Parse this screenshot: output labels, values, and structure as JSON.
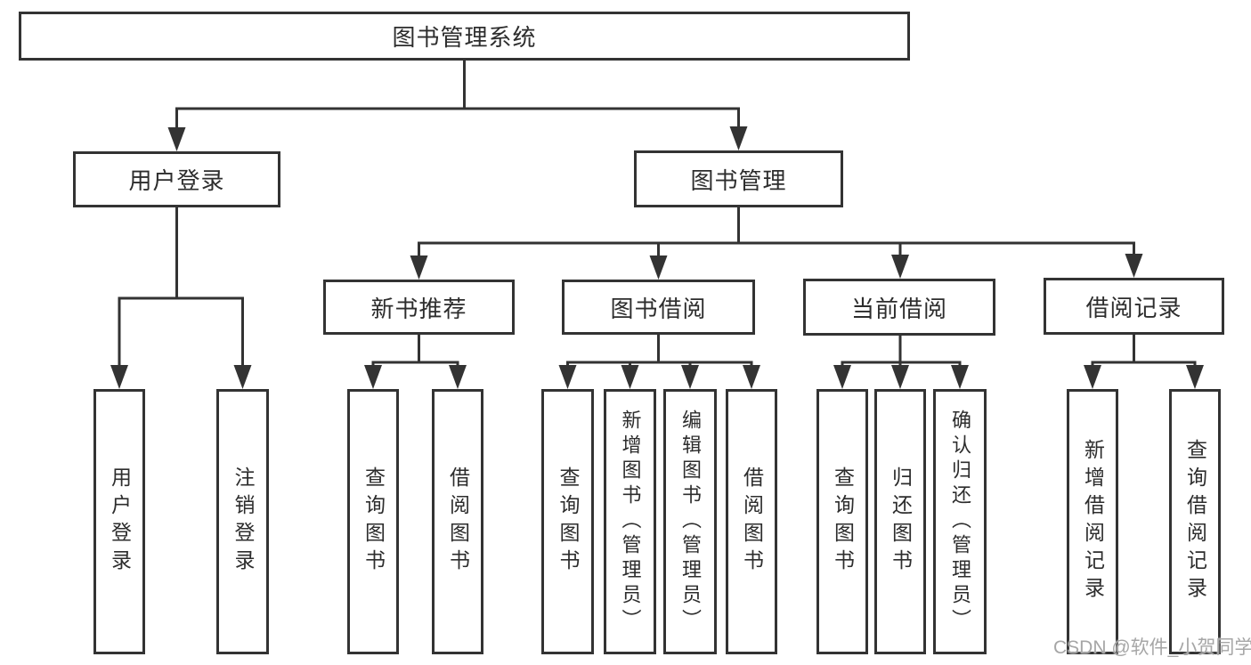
{
  "diagram": {
    "type": "hierarchy-tree",
    "nodes": {
      "root": "图书管理系统",
      "user_login": "用户登录",
      "book_mgmt": "图书管理",
      "new_book_rec": "新书推荐",
      "book_borrow": "图书借阅",
      "current_borrow": "当前借阅",
      "borrow_record": "借阅记录",
      "ul_user_login": "用户登录",
      "ul_logout": "注销登录",
      "nb_query_book": "查询图书",
      "nb_borrow_book": "借阅图书",
      "bb_query_book": "查询图书",
      "bb_add_book": "新增图书（管理员）",
      "bb_edit_book": "编辑图书（管理员）",
      "bb_borrow_book": "借阅图书",
      "cb_query_book": "查询图书",
      "cb_return_book": "归还图书",
      "cb_confirm_return": "确认归还（管理员）",
      "br_add_record": "新增借阅记录",
      "br_query_record": "查询借阅记录"
    },
    "structure": {
      "图书管理系统": {
        "用户登录": [
          "用户登录",
          "注销登录"
        ],
        "图书管理": {
          "新书推荐": [
            "查询图书",
            "借阅图书"
          ],
          "图书借阅": [
            "查询图书",
            "新增图书（管理员）",
            "编辑图书（管理员）",
            "借阅图书"
          ],
          "当前借阅": [
            "查询图书",
            "归还图书",
            "确认归还（管理员）"
          ],
          "借阅记录": [
            "新增借阅记录",
            "查询借阅记录"
          ]
        }
      }
    },
    "colors": {
      "line": "#333333",
      "text": "#2d2d2d",
      "box_background": "#ffffff",
      "watermark": "#a6a6a6",
      "background": "#ffffff"
    },
    "watermark": "CSDN @软件_小贺同学"
  }
}
